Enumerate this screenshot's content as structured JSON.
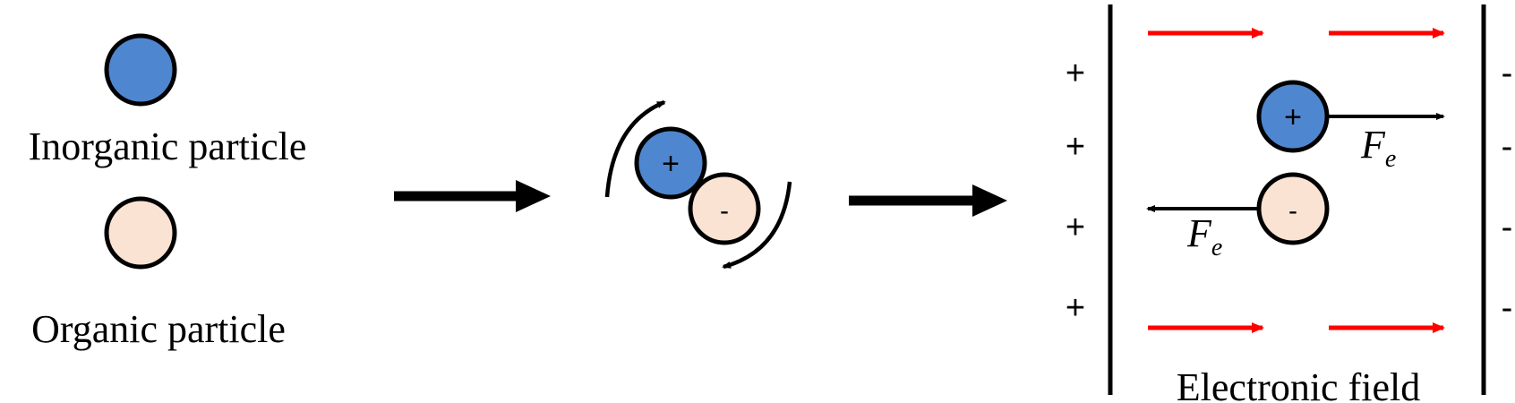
{
  "legend": {
    "inorganic_label": "Inorganic particle",
    "organic_label": "Organic particle"
  },
  "charges": {
    "positive_sign": "+",
    "negative_sign": "-"
  },
  "force": {
    "symbol": "F",
    "subscript": "e"
  },
  "field": {
    "label": "Electronic field"
  },
  "colors": {
    "inorganic_fill": "#4f86d0",
    "organic_fill": "#fbe3d3",
    "field_arrow": "#ff0000",
    "outline": "#000000"
  },
  "icons": {
    "process_arrow": "right-arrow-icon",
    "rotation_arrow": "curved-arrow-icon",
    "field_arrow": "right-arrow-icon"
  }
}
